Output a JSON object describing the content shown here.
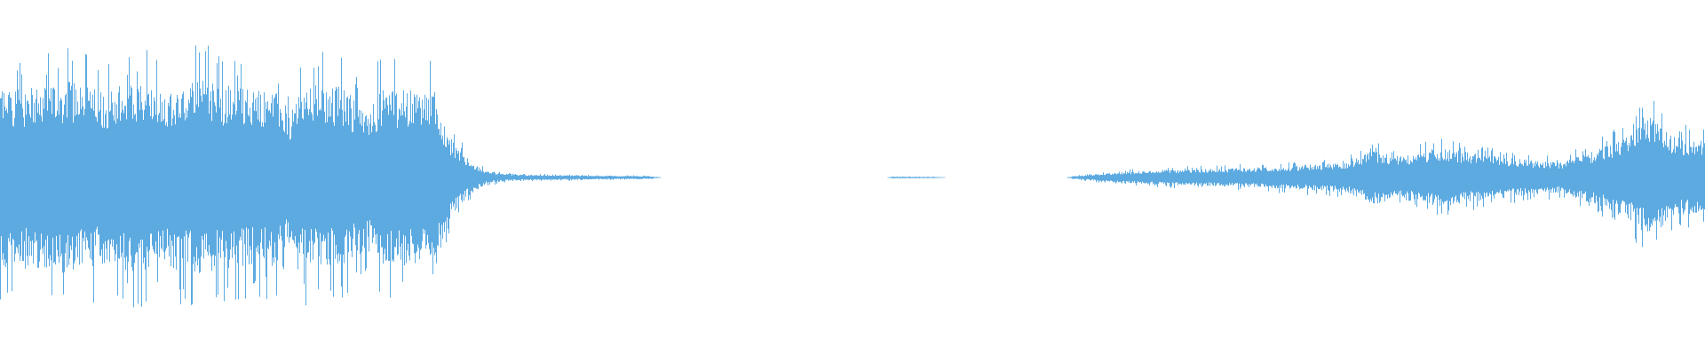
{
  "waveform": {
    "color": "#5DAAE1",
    "background": "#FFFFFF",
    "envelope": [
      [
        0.0,
        0.62
      ],
      [
        0.02,
        0.6
      ],
      [
        0.04,
        0.64
      ],
      [
        0.06,
        0.58
      ],
      [
        0.08,
        0.63
      ],
      [
        0.1,
        0.61
      ],
      [
        0.12,
        0.65
      ],
      [
        0.14,
        0.6
      ],
      [
        0.16,
        0.59
      ],
      [
        0.17,
        0.45
      ],
      [
        0.18,
        0.62
      ],
      [
        0.2,
        0.6
      ],
      [
        0.215,
        0.48
      ],
      [
        0.225,
        0.6
      ],
      [
        0.24,
        0.58
      ],
      [
        0.256,
        0.57
      ],
      [
        0.262,
        0.3
      ],
      [
        0.268,
        0.2
      ],
      [
        0.275,
        0.12
      ],
      [
        0.285,
        0.04
      ],
      [
        0.3,
        0.02
      ],
      [
        0.33,
        0.015
      ],
      [
        0.38,
        0.01
      ],
      [
        0.388,
        0.0
      ],
      [
        0.52,
        0.0
      ],
      [
        0.523,
        0.006
      ],
      [
        0.548,
        0.004
      ],
      [
        0.555,
        0.0
      ],
      [
        0.625,
        0.0
      ],
      [
        0.63,
        0.01
      ],
      [
        0.65,
        0.03
      ],
      [
        0.68,
        0.05
      ],
      [
        0.72,
        0.06
      ],
      [
        0.76,
        0.08
      ],
      [
        0.79,
        0.1
      ],
      [
        0.805,
        0.18
      ],
      [
        0.82,
        0.14
      ],
      [
        0.845,
        0.2
      ],
      [
        0.87,
        0.15
      ],
      [
        0.895,
        0.12
      ],
      [
        0.915,
        0.1
      ],
      [
        0.935,
        0.18
      ],
      [
        0.955,
        0.28
      ],
      [
        0.968,
        0.4
      ],
      [
        0.975,
        0.32
      ],
      [
        0.985,
        0.26
      ],
      [
        1.0,
        0.24
      ]
    ]
  }
}
